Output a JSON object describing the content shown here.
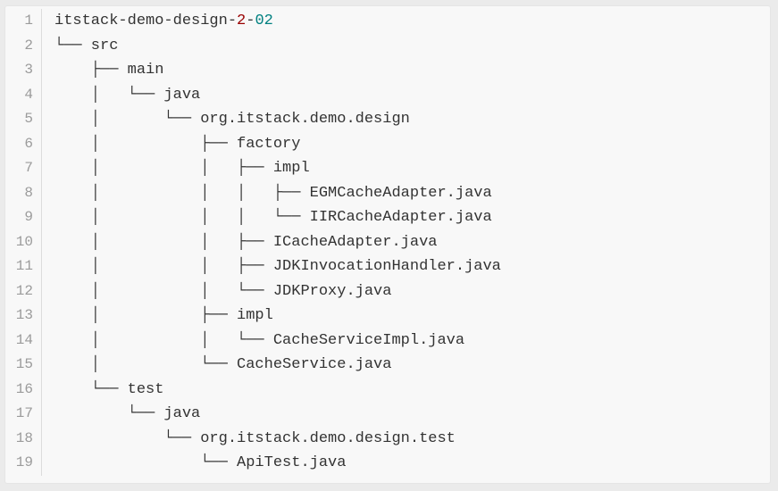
{
  "colors": {
    "page_background": "#ebebeb",
    "code_background": "#f8f8f8",
    "code_border": "#e5e5e5",
    "gutter_border": "#dcdcdc",
    "line_number": "#9b9b9b",
    "code_text": "#333333",
    "number_red": "#990000",
    "number_teal": "#008080"
  },
  "code_block": {
    "lines": [
      {
        "num": "1",
        "segments": [
          {
            "t": "itstack-demo-design-"
          },
          {
            "t": "2"
          },
          {
            "t": "-"
          },
          {
            "t": "02"
          }
        ]
      },
      {
        "num": "2",
        "text": "└── src"
      },
      {
        "num": "3",
        "text": "    ├── main"
      },
      {
        "num": "4",
        "text": "    │   └── java"
      },
      {
        "num": "5",
        "text": "    │       └── org.itstack.demo.design"
      },
      {
        "num": "6",
        "text": "    │           ├── factory"
      },
      {
        "num": "7",
        "text": "    │           │   ├── impl"
      },
      {
        "num": "8",
        "text": "    │           │   │   ├── EGMCacheAdapter.java"
      },
      {
        "num": "9",
        "text": "    │           │   │   └── IIRCacheAdapter.java"
      },
      {
        "num": "10",
        "text": "    │           │   ├── ICacheAdapter.java"
      },
      {
        "num": "11",
        "text": "    │           │   ├── JDKInvocationHandler.java"
      },
      {
        "num": "12",
        "text": "    │           │   └── JDKProxy.java"
      },
      {
        "num": "13",
        "text": "    │           ├── impl"
      },
      {
        "num": "14",
        "text": "    │           │   └── CacheServiceImpl.java"
      },
      {
        "num": "15",
        "text": "    │           └── CacheService.java"
      },
      {
        "num": "16",
        "text": "    └── test"
      },
      {
        "num": "17",
        "text": "        └── java"
      },
      {
        "num": "18",
        "text": "            └── org.itstack.demo.design.test"
      },
      {
        "num": "19",
        "text": "                └── ApiTest.java"
      }
    ]
  }
}
